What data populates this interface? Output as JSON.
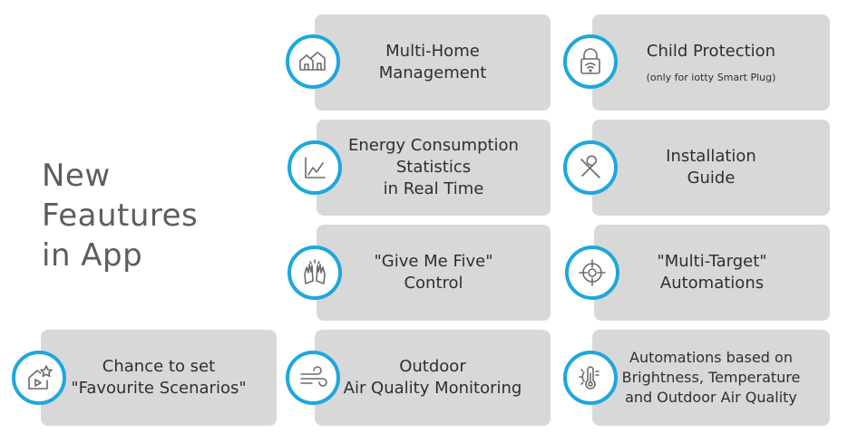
{
  "heading": [
    "New",
    "Feautures",
    "in App"
  ],
  "accent_color": "#1ea7dc",
  "features": [
    {
      "title": "Multi-Home\nManagement",
      "icon": "home-icon"
    },
    {
      "title": "Child Protection",
      "subtitle": "(only for iotty Smart Plug)",
      "icon": "lock-icon"
    },
    {
      "title": "Energy Consumption\nStatistics\nin Real Time",
      "icon": "chart-icon"
    },
    {
      "title": "Installation\nGuide",
      "icon": "tools-icon"
    },
    {
      "title": "\"Give Me Five\"\nControl",
      "icon": "hands-icon"
    },
    {
      "title": "\"Multi-Target\"\nAutomations",
      "icon": "target-icon"
    },
    {
      "title": "Chance to set\n\"Favourite Scenarios\"",
      "icon": "favourite-icon"
    },
    {
      "title": "Outdoor\nAir Quality Monitoring",
      "icon": "wind-icon"
    },
    {
      "title": "Automations based on\nBrightness, Temperature\nand Outdoor Air Quality",
      "icon": "thermometer-icon"
    }
  ]
}
